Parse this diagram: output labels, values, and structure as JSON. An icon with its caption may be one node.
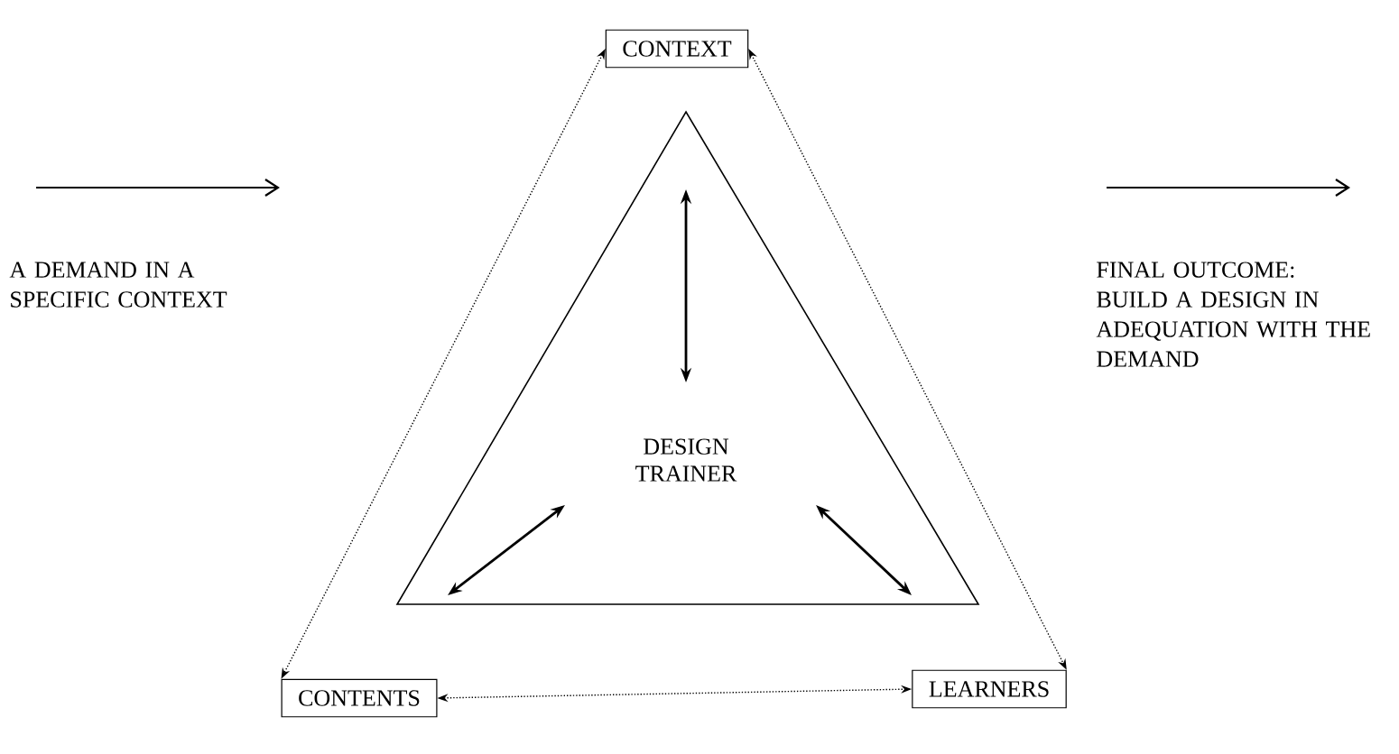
{
  "diagram": {
    "nodes": [
      {
        "text": [
          "CONTEXT"
        ]
      },
      {
        "text": [
          "DESIGN TRAINER"
        ]
      },
      {
        "text": [
          "CONTENTS"
        ]
      },
      {
        "text": [
          "LEARNERS"
        ]
      }
    ],
    "edges": [
      {
        "from": 0,
        "to": 2,
        "arrow": "both",
        "style": "dashed"
      },
      {
        "from": 0,
        "to": 3,
        "arrow": "both",
        "style": "dashed"
      },
      {
        "from": 2,
        "to": 3,
        "arrow": "both",
        "style": "dashed"
      },
      {
        "from": 1,
        "to": null,
        "arrow": "both"
      },
      {
        "from": 1,
        "to": null,
        "arrow": "both"
      },
      {
        "from": 1,
        "to": null,
        "arrow": "both"
      }
    ],
    "labels": [
      "A DEMAND IN A SPECIFIC CONTEXT",
      "FINAL OUTCOME: BUILD A DESIGN IN ADEQUATION WITH THE DEMAND"
    ]
  }
}
